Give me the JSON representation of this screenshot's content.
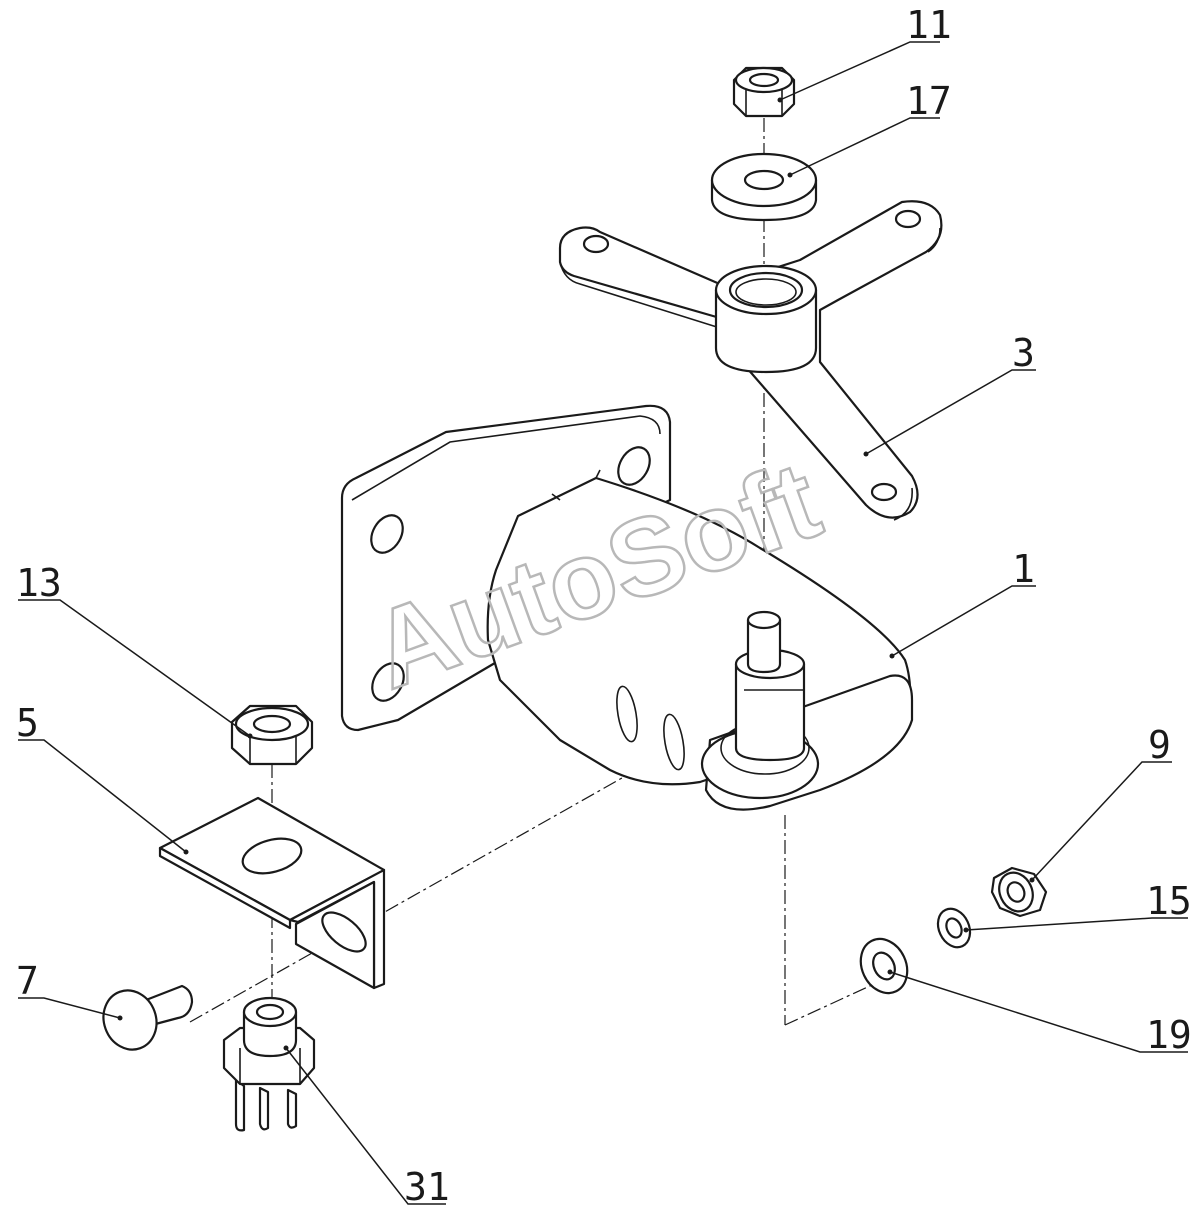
{
  "watermark": "AutoSoft",
  "callouts": {
    "c11": "11",
    "c17": "17",
    "c3": "3",
    "c1": "1",
    "c13": "13",
    "c5": "5",
    "c9": "9",
    "c15": "15",
    "c19": "19",
    "c7": "7",
    "c31": "31"
  }
}
